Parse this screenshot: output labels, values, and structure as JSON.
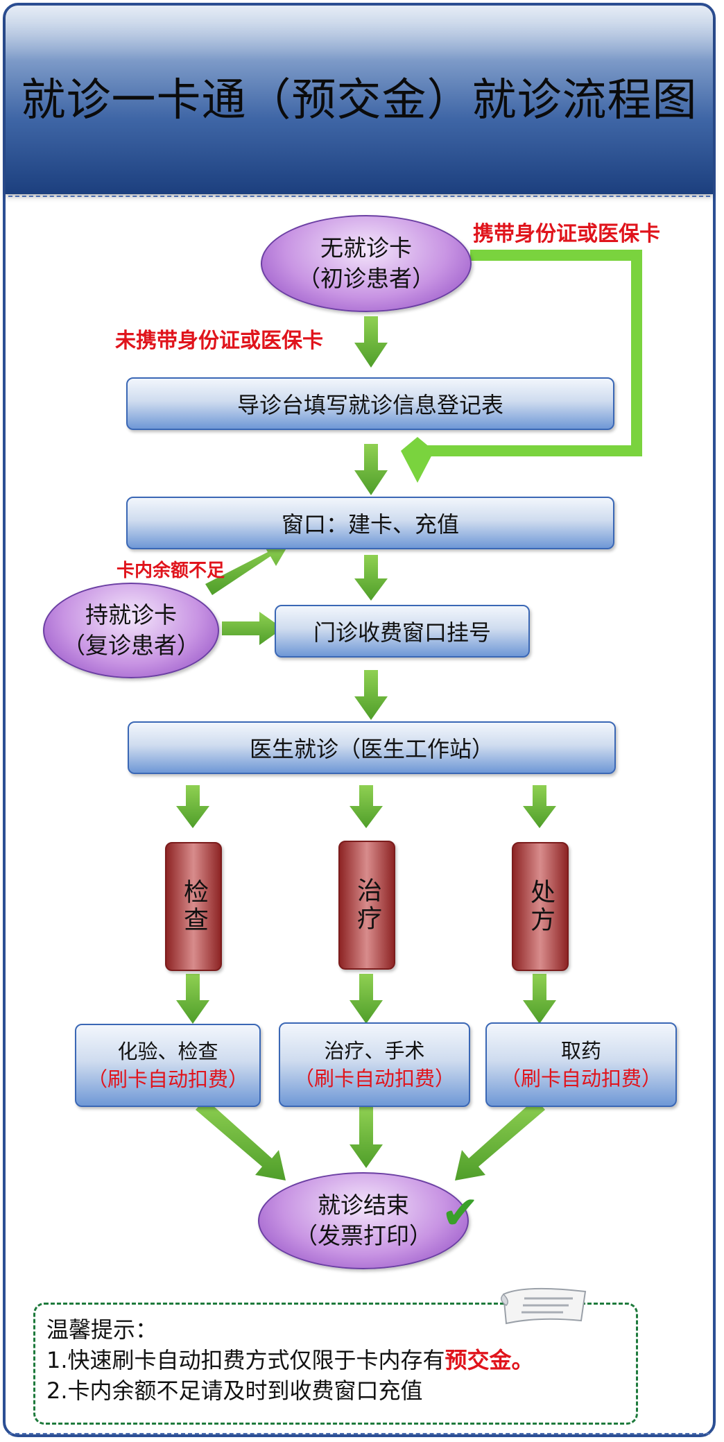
{
  "title": "就诊一卡通（预交金）就诊流程图",
  "nodes": {
    "start_new": {
      "line1": "无就诊卡",
      "line2": "（初诊患者）"
    },
    "register_form": "导诊台填写就诊信息登记表",
    "window_card": "窗口：建卡、充值",
    "start_return": {
      "line1": "持就诊卡",
      "line2": "（复诊患者）"
    },
    "outpatient_register": "门诊收费窗口挂号",
    "doctor_visit": "医生就诊（医生工作站）",
    "exam": "检查",
    "treatment": "治疗",
    "prescription": "处方",
    "lab_exam": {
      "line1": "化验、检查",
      "line2": "（刷卡自动扣费）"
    },
    "treatment_surgery": {
      "line1": "治疗、手术",
      "line2": "（刷卡自动扣费）"
    },
    "take_medicine": {
      "line1": "取药",
      "line2": "（刷卡自动扣费）"
    },
    "end": {
      "line1": "就诊结束",
      "line2": "（发票打印）"
    }
  },
  "labels": {
    "with_id": "携带身份证或医保卡",
    "without_id": "未携带身份证或医保卡",
    "low_balance": "卡内余额不足"
  },
  "tips": {
    "heading": "温馨提示：",
    "line1_prefix": "1.快速刷卡自动扣费方式仅限于卡内存有",
    "line1_emphasis": "预交金。",
    "line2": "2.卡内余额不足请及时到收费窗口充值"
  },
  "icons": {
    "check": "check-icon",
    "scroll": "scroll-icon"
  },
  "colors": {
    "arrow_green": "#6ab63a",
    "label_red": "#e0141c",
    "header_blue": "#1c3f7e"
  }
}
